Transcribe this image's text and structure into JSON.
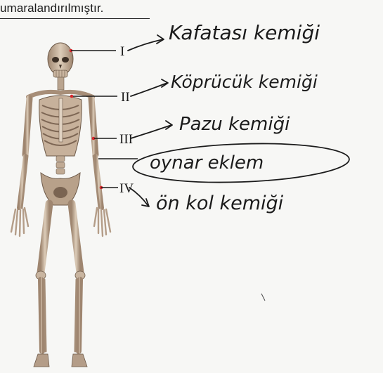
{
  "document": {
    "heading_text": "umaralandırılmıştır."
  },
  "skeleton": {
    "markers": [
      {
        "numeral": "I",
        "answer": "Kafatası kemiği"
      },
      {
        "numeral": "II",
        "answer": "Köprücük kemiği"
      },
      {
        "numeral": "III",
        "answer": "Pazu kemiği"
      },
      {
        "numeral": "",
        "answer": "oynar eklem"
      },
      {
        "numeral": "IV",
        "answer": "ön kol kemiği"
      }
    ]
  },
  "colors": {
    "bone": "#d9c7b3",
    "bone_shadow": "#8e7662",
    "ink": "#1b1b1b",
    "marker": "#d6262b"
  }
}
